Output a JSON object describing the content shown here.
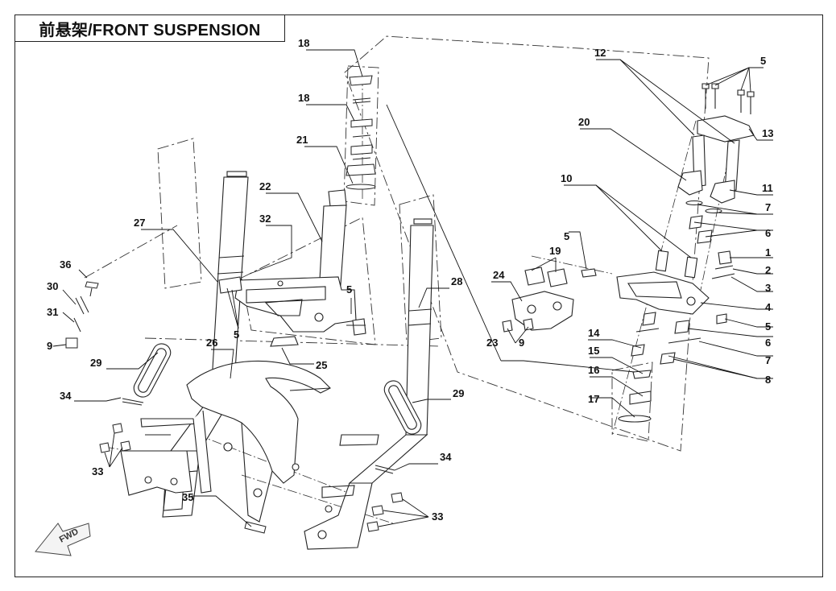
{
  "title": "前悬架/FRONT SUSPENSION",
  "fwd_label": "FWD",
  "callouts": [
    {
      "id": "18a",
      "text": "18"
    },
    {
      "id": "18b",
      "text": "18"
    },
    {
      "id": "21",
      "text": "21"
    },
    {
      "id": "22",
      "text": "22"
    },
    {
      "id": "32",
      "text": "32"
    },
    {
      "id": "27",
      "text": "27"
    },
    {
      "id": "36",
      "text": "36"
    },
    {
      "id": "30",
      "text": "30"
    },
    {
      "id": "31",
      "text": "31"
    },
    {
      "id": "9a",
      "text": "9"
    },
    {
      "id": "29a",
      "text": "29"
    },
    {
      "id": "5a",
      "text": "5"
    },
    {
      "id": "5b",
      "text": "5"
    },
    {
      "id": "25",
      "text": "25"
    },
    {
      "id": "26",
      "text": "26"
    },
    {
      "id": "34a",
      "text": "34"
    },
    {
      "id": "33a",
      "text": "33"
    },
    {
      "id": "28",
      "text": "28"
    },
    {
      "id": "29b",
      "text": "29"
    },
    {
      "id": "34b",
      "text": "34"
    },
    {
      "id": "35",
      "text": "35"
    },
    {
      "id": "33b",
      "text": "33"
    },
    {
      "id": "12",
      "text": "12"
    },
    {
      "id": "5c",
      "text": "5"
    },
    {
      "id": "20",
      "text": "20"
    },
    {
      "id": "13",
      "text": "13"
    },
    {
      "id": "11",
      "text": "11"
    },
    {
      "id": "10",
      "text": "10"
    },
    {
      "id": "7a",
      "text": "7"
    },
    {
      "id": "6a",
      "text": "6"
    },
    {
      "id": "5d",
      "text": "5"
    },
    {
      "id": "19",
      "text": "19"
    },
    {
      "id": "1",
      "text": "1"
    },
    {
      "id": "2",
      "text": "2"
    },
    {
      "id": "3",
      "text": "3"
    },
    {
      "id": "24",
      "text": "24"
    },
    {
      "id": "4",
      "text": "4"
    },
    {
      "id": "5e",
      "text": "5"
    },
    {
      "id": "6b",
      "text": "6"
    },
    {
      "id": "9b",
      "text": "9"
    },
    {
      "id": "7b",
      "text": "7"
    },
    {
      "id": "14",
      "text": "14"
    },
    {
      "id": "8",
      "text": "8"
    },
    {
      "id": "15",
      "text": "15"
    },
    {
      "id": "23",
      "text": "23"
    },
    {
      "id": "16",
      "text": "16"
    },
    {
      "id": "17",
      "text": "17"
    }
  ]
}
